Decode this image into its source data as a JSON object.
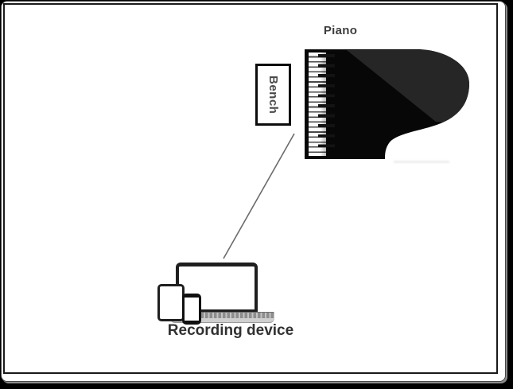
{
  "diagram": {
    "piano_label": "Piano",
    "bench_label": "Bench",
    "recording_label": "Recording device"
  },
  "colors": {
    "canvas_bg": "#000000",
    "sheet_bg": "#ffffff",
    "sheet_border": "#474747",
    "frame_border": "#1a1a1a",
    "piano_black": "#070707",
    "piano_sheen": "#262626",
    "connector_gray": "#6b6b6b",
    "label_color": "#3d3d3d",
    "bench_text_color": "#4a4a4a",
    "recording_label_color": "#313131",
    "device_border": "#1f1f1f"
  }
}
